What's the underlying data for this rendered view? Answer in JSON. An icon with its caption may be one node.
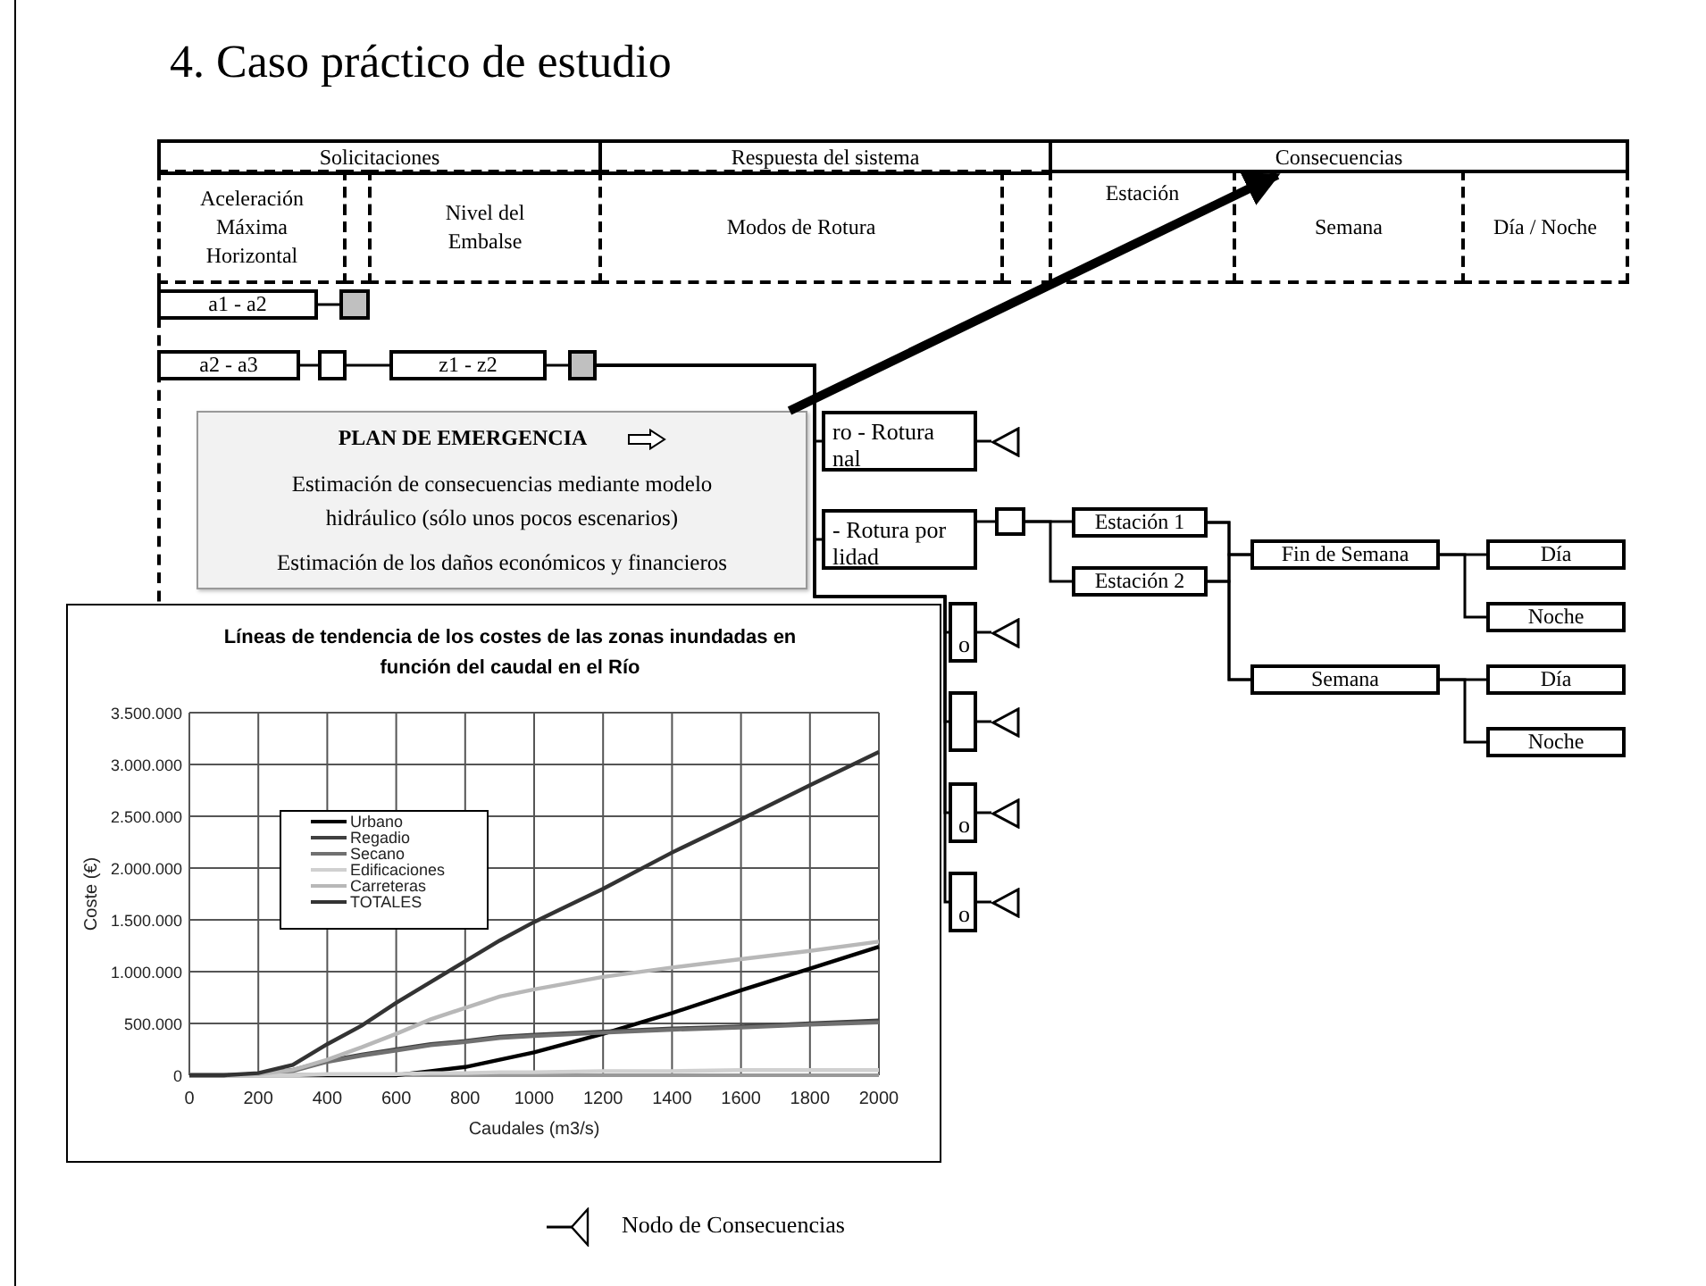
{
  "diagram": {
    "title": "4. Caso práctico de estudio",
    "nodes": [
      {
        "text": [
          "a1 - a2"
        ]
      },
      {
        "text": [],
        "shape": "box"
      },
      {
        "text": [
          "a2 - a3"
        ]
      },
      {
        "text": [],
        "shape": "box"
      },
      {
        "text": [
          "z1 - z2"
        ]
      },
      {
        "text": [],
        "shape": "box"
      },
      {
        "text": [
          "PLAN DE EMERGENCIA",
          "Estimación de consecuencias mediante modelo hidráulico (sólo unos pocos escenarios)",
          "Estimación de los daños económicos y financieros"
        ]
      },
      {
        "text": [
          "ro - Rotura nal"
        ]
      },
      {
        "text": [],
        "shape": "triangle"
      },
      {
        "text": [
          "- Rotura por lidad"
        ]
      },
      {
        "text": [],
        "shape": "box"
      },
      {
        "text": [
          "Estación 1"
        ]
      },
      {
        "text": [
          "Estación 2"
        ]
      },
      {
        "text": [
          "Fin de Semana"
        ]
      },
      {
        "text": [
          "Día"
        ]
      },
      {
        "text": [
          "Noche"
        ]
      },
      {
        "text": [
          "Semana"
        ]
      },
      {
        "text": [
          "Día"
        ]
      },
      {
        "text": [
          "Noche"
        ]
      },
      {
        "text": [
          "o"
        ]
      },
      {
        "text": [],
        "shape": "triangle"
      },
      {
        "text": [],
        "shape": "box"
      },
      {
        "text": [],
        "shape": "triangle"
      },
      {
        "text": [
          "o"
        ]
      },
      {
        "text": [],
        "shape": "triangle"
      },
      {
        "text": [
          "o"
        ]
      },
      {
        "text": [],
        "shape": "triangle"
      },
      {
        "text": [
          "Consecuencias"
        ]
      }
    ],
    "edges": [
      {
        "from": 0,
        "to": 1,
        "arrow": "none"
      },
      {
        "from": 2,
        "to": 3,
        "arrow": "none"
      },
      {
        "from": 3,
        "to": 4,
        "arrow": "none"
      },
      {
        "from": 4,
        "to": 5,
        "arrow": "none"
      },
      {
        "from": 5,
        "to": 7,
        "arrow": "none"
      },
      {
        "from": 5,
        "to": 9,
        "arrow": "none"
      },
      {
        "from": 5,
        "to": 19,
        "arrow": "none"
      },
      {
        "from": 5,
        "to": 21,
        "arrow": "none"
      },
      {
        "from": 5,
        "to": 23,
        "arrow": "none"
      },
      {
        "from": 5,
        "to": 25,
        "arrow": "none"
      },
      {
        "from": 6,
        "to": 27,
        "arrow": "to",
        "style": "thick"
      },
      {
        "from": 7,
        "to": 8,
        "arrow": "none"
      },
      {
        "from": 9,
        "to": 10,
        "arrow": "none"
      },
      {
        "from": 10,
        "to": 11,
        "arrow": "none"
      },
      {
        "from": 10,
        "to": 12,
        "arrow": "none"
      },
      {
        "from": 11,
        "to": 13,
        "arrow": "none"
      },
      {
        "from": 11,
        "to": 16,
        "arrow": "none"
      },
      {
        "from": 12,
        "to": 13,
        "arrow": "none"
      },
      {
        "from": 12,
        "to": 16,
        "arrow": "none"
      },
      {
        "from": 13,
        "to": 14,
        "arrow": "none"
      },
      {
        "from": 13,
        "to": 15,
        "arrow": "none"
      },
      {
        "from": 16,
        "to": 17,
        "arrow": "none"
      },
      {
        "from": 16,
        "to": 18,
        "arrow": "none"
      },
      {
        "from": 19,
        "to": 20,
        "arrow": "none"
      },
      {
        "from": 21,
        "to": 22,
        "arrow": "none"
      },
      {
        "from": 23,
        "to": 24,
        "arrow": "none"
      },
      {
        "from": 25,
        "to": 26,
        "arrow": "none"
      }
    ],
    "labels": [
      "Solicitaciones",
      "Respuesta del sistema",
      "Aceleración Máxima Horizontal",
      "Nivel del Embalse",
      "Modos de Rotura",
      "Estación",
      "Semana",
      "Día / Noche"
    ],
    "legend": [
      {
        "text": "Nodo de Consecuencias"
      }
    ],
    "chart_data": {
      "type": "line",
      "title": "Líneas de tendencia de los costes de las zonas inundadas en función del caudal en el Río",
      "xlabel": "Caudales (m3/s)",
      "ylabel": "Coste (€)",
      "x": [
        0,
        100,
        200,
        300,
        400,
        500,
        600,
        700,
        800,
        900,
        1000,
        1200,
        1400,
        1600,
        1800,
        2000
      ],
      "series": [
        {
          "name": "Urbano",
          "color": "#000000",
          "values": [
            0,
            0,
            0,
            0,
            0,
            0,
            0,
            40000,
            80000,
            150000,
            220000,
            400000,
            600000,
            820000,
            1030000,
            1240000
          ]
        },
        {
          "name": "Regadio",
          "color": "#404040",
          "values": [
            0,
            0,
            10000,
            50000,
            140000,
            200000,
            250000,
            300000,
            330000,
            370000,
            390000,
            420000,
            450000,
            470000,
            500000,
            530000
          ]
        },
        {
          "name": "Secano",
          "color": "#707070",
          "values": [
            0,
            0,
            10000,
            40000,
            130000,
            190000,
            240000,
            290000,
            320000,
            360000,
            380000,
            410000,
            440000,
            460000,
            490000,
            510000
          ]
        },
        {
          "name": "Edificaciones",
          "color": "#d0d0d0",
          "values": [
            0,
            0,
            0,
            0,
            10000,
            10000,
            10000,
            20000,
            20000,
            30000,
            30000,
            40000,
            40000,
            50000,
            50000,
            50000
          ]
        },
        {
          "name": "Carreteras",
          "color": "#b8b8b8",
          "values": [
            0,
            0,
            10000,
            50000,
            150000,
            270000,
            400000,
            540000,
            650000,
            760000,
            830000,
            950000,
            1040000,
            1120000,
            1200000,
            1290000
          ]
        },
        {
          "name": "TOTALES",
          "color": "#333333",
          "values": [
            0,
            0,
            20000,
            100000,
            300000,
            480000,
            700000,
            900000,
            1100000,
            1300000,
            1480000,
            1800000,
            2150000,
            2470000,
            2800000,
            3120000
          ]
        }
      ],
      "xlim": [
        0,
        2000
      ],
      "ylim": [
        0,
        3500000
      ],
      "grid": true,
      "legend": true,
      "xticks": [
        0,
        200,
        400,
        600,
        800,
        1000,
        1200,
        1400,
        1600,
        1800,
        2000
      ],
      "yticks": [
        {
          "value": 0,
          "label": "0"
        },
        {
          "value": 500000,
          "label": "500.000"
        },
        {
          "value": 1000000,
          "label": "1.000.000"
        },
        {
          "value": 1500000,
          "label": "1.500.000"
        },
        {
          "value": 2000000,
          "label": "2.000.000"
        },
        {
          "value": 2500000,
          "label": "2.500.000"
        },
        {
          "value": 3000000,
          "label": "3.000.000"
        },
        {
          "value": 3500000,
          "label": "3.500.000"
        }
      ]
    }
  }
}
